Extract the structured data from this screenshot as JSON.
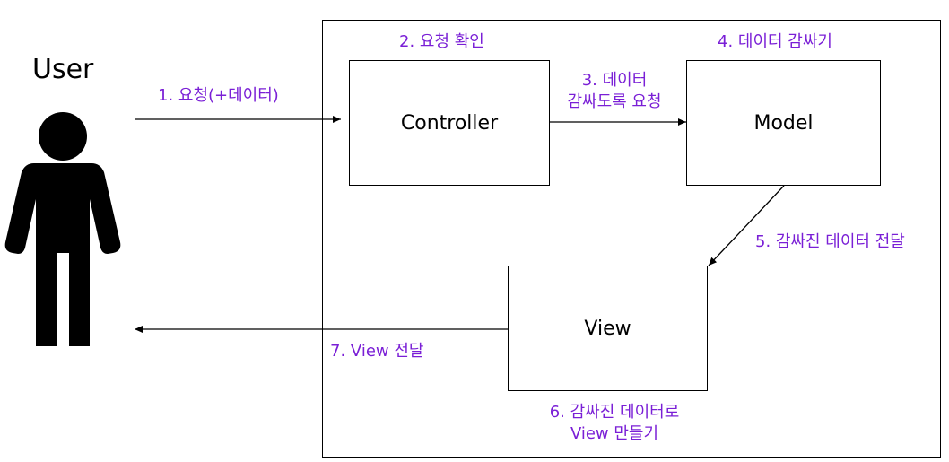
{
  "user": {
    "label": "User"
  },
  "boxes": {
    "controller": "Controller",
    "model": "Model",
    "view": "View"
  },
  "steps": {
    "s1": "1. 요청(+데이터)",
    "s2": "2. 요청 확인",
    "s3_line1": "3. 데이터",
    "s3_line2": "감싸도록 요청",
    "s4": "4. 데이터 감싸기",
    "s5": "5. 감싸진 데이터 전달",
    "s6_line1": "6. 감싸진 데이터로",
    "s6_line2": "View 만들기",
    "s7": "7. View 전달"
  },
  "colors": {
    "step_label": "#7a1fd6",
    "lines": "#000000"
  }
}
